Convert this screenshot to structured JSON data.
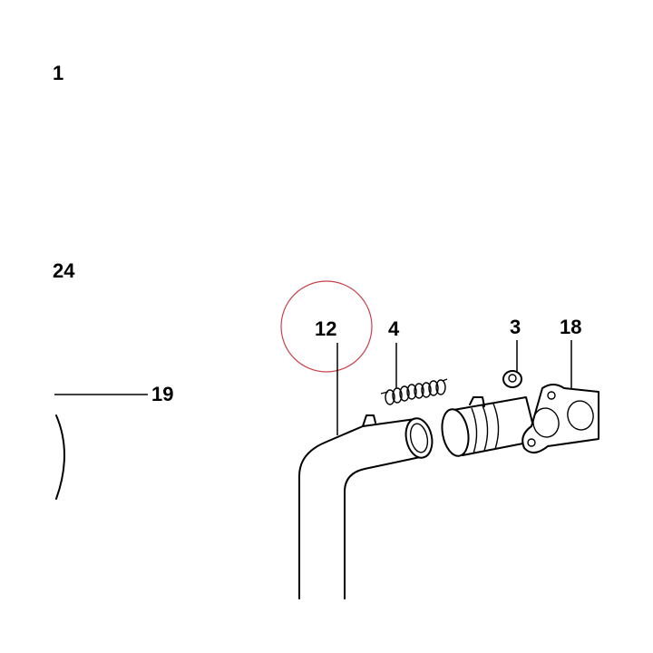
{
  "callouts": {
    "c1": "1",
    "c24": "24",
    "c19": "19",
    "c12": "12",
    "c4": "4",
    "c3": "3",
    "c18": "18"
  },
  "colors": {
    "line": "#000000",
    "highlight_circle": "#c8404a",
    "background": "#ffffff"
  }
}
